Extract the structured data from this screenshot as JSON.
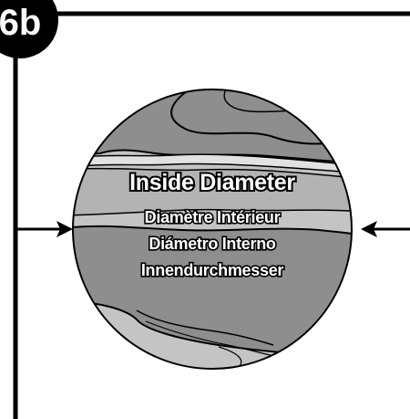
{
  "step": {
    "label": "6b"
  },
  "labels": {
    "main": "Inside Diameter",
    "french": "Diamètre Intérieur",
    "spanish": "Diámetro Interno",
    "german": "Innendurchmesser"
  },
  "colors": {
    "line": "#000000",
    "band_light": "#c4c4c4",
    "band_dark": "#8e8e8e",
    "band_mid": "#a6a6a6",
    "background": "#ffffff"
  },
  "icons": {
    "left_arrow": "arrow-right-icon",
    "right_arrow": "arrow-left-icon"
  }
}
